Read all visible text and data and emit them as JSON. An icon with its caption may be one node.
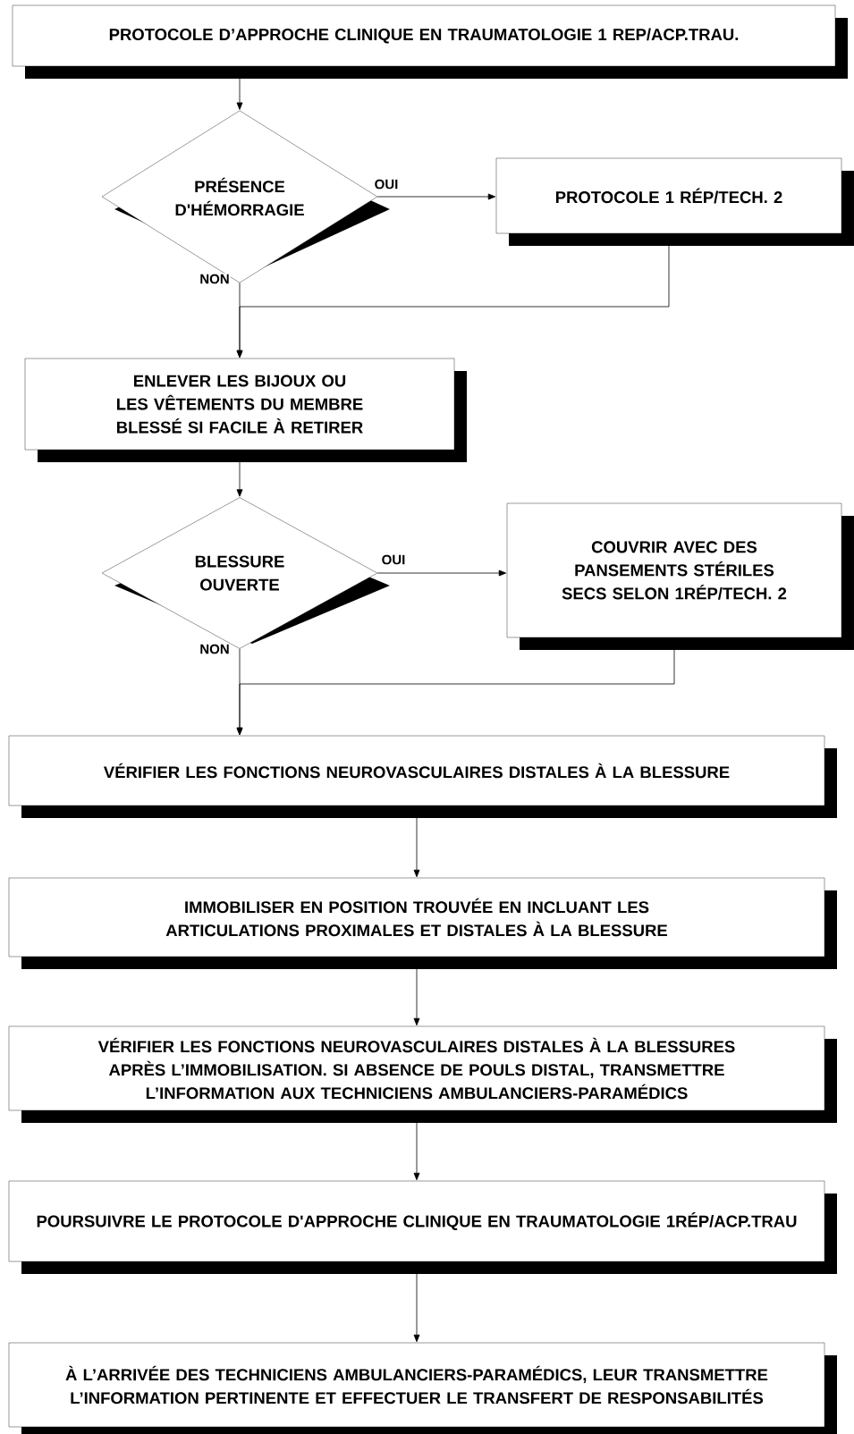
{
  "diagram": {
    "nodes": [
      {
        "text": [
          "PROTOCOLE D’APPROCHE CLINIQUE EN TRAUMATOLOGIE 1 REP/ACP.TRAU."
        ]
      },
      {
        "text": [
          "PRÉSENCE D'HÉMORRAGIE"
        ]
      },
      {
        "text": [
          "PROTOCOLE 1 RÉP/TECH. 2"
        ]
      },
      {
        "text": [
          "ENLEVER LES BIJOUX OU LES VÊTEMENTS DU MEMBRE BLESSÉ SI FACILE À RETIRER"
        ]
      },
      {
        "text": [
          "BLESSURE OUVERTE"
        ]
      },
      {
        "text": [
          "COUVRIR AVEC DES PANSEMENTS STÉRILES SECS SELON 1RÉP/TECH. 2"
        ]
      },
      {
        "text": [
          "VÉRIFIER LES FONCTIONS NEUROVASCULAIRES DISTALES À LA BLESSURE"
        ]
      },
      {
        "text": [
          "IMMOBILISER EN POSITION TROUVÉE EN INCLUANT LES ARTICULATIONS PROXIMALES ET DISTALES À LA BLESSURE"
        ]
      },
      {
        "text": [
          "VÉRIFIER LES FONCTIONS NEUROVASCULAIRES DISTALES À LA BLESSURES APRÈS L’IMMOBILISATION. SI ABSENCE DE POULS DISTAL, TRANSMETTRE L’INFORMATION AUX TECHNICIENS AMBULANCIERS-PARAMÉDICS"
        ]
      },
      {
        "text": [
          "POURSUIVRE LE PROTOCOLE D'APPROCHE CLINIQUE EN TRAUMATOLOGIE 1RÉP/ACP.TRAU"
        ]
      },
      {
        "text": [
          "À L’ARRIVÉE DES TECHNICIENS AMBULANCIERS-PARAMÉDICS, LEUR TRANSMETTRE L’INFORMATION PERTINENTE ET EFFECTUER LE TRANSFERT DE RESPONSABILITÉS"
        ]
      }
    ],
    "edges": [
      {
        "from": 0,
        "to": 1,
        "arrow": "to"
      },
      {
        "from": 1,
        "to": 2,
        "arrow": "to",
        "label": "OUI"
      },
      {
        "from": 1,
        "to": 3,
        "arrow": "to",
        "label": "NON"
      },
      {
        "from": 2,
        "to": 3,
        "arrow": "to"
      },
      {
        "from": 3,
        "to": 4,
        "arrow": "to"
      },
      {
        "from": 4,
        "to": 5,
        "arrow": "to",
        "label": "OUI"
      },
      {
        "from": 4,
        "to": 6,
        "arrow": "to",
        "label": "NON"
      },
      {
        "from": 5,
        "to": 6,
        "arrow": "to"
      },
      {
        "from": 6,
        "to": 7,
        "arrow": "to"
      },
      {
        "from": 7,
        "to": 8,
        "arrow": "to"
      },
      {
        "from": 8,
        "to": 9,
        "arrow": "to"
      },
      {
        "from": 9,
        "to": 10,
        "arrow": "to"
      }
    ]
  }
}
